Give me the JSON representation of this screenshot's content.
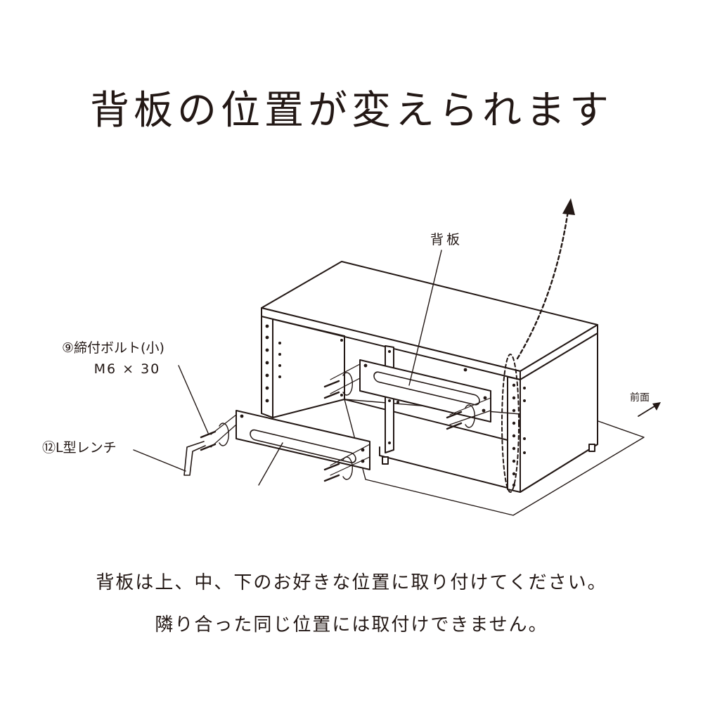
{
  "title": "背板の位置が変えられます",
  "labels": {
    "back_panel": "背板",
    "bolt_name": "⑨締付ボルト(小)",
    "bolt_spec": "M6 × 30",
    "wrench": "⑫L型レンチ",
    "front": "前面"
  },
  "notes": [
    "背板は上、中、下のお好きな位置に取り付けてください。",
    "隣り合った同じ位置には取付けできません。"
  ]
}
